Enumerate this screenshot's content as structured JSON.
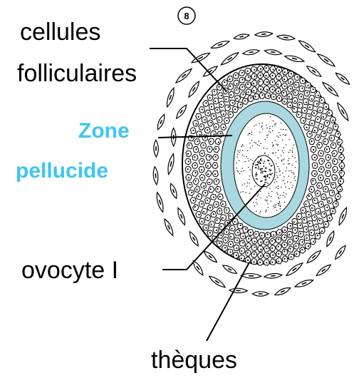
{
  "figure_number": "8",
  "labels": {
    "follicular_cells_line1": "cellules",
    "follicular_cells_line2": "folliculaires",
    "zona_line1": "Zone",
    "zona_line2": "pellucide",
    "oocyte": "ovocyte I",
    "theca": "thèques"
  },
  "colors": {
    "zona_pellucida": "#a9d8e0",
    "zona_label": "#3ec6f0",
    "ink": "#000000"
  }
}
